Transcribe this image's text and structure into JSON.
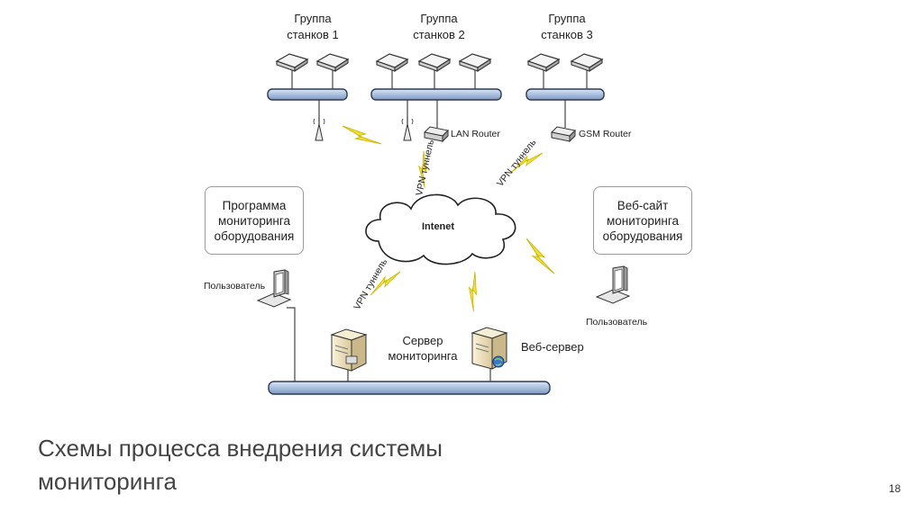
{
  "groups": [
    {
      "line1": "Группа",
      "line2": "станков 1"
    },
    {
      "line1": "Группа",
      "line2": "станков 2"
    },
    {
      "line1": "Группа",
      "line2": "станков 3"
    }
  ],
  "labels": {
    "lan_router": "LAN Router",
    "gsm_router": "GSM Router",
    "internet": "Intenet",
    "vpn": "VPN туннель",
    "user": "Пользователь",
    "server_mon": {
      "line1": "Сервер",
      "line2": "мониторинга"
    },
    "web_server": "Веб-сервер"
  },
  "boxes": {
    "program": {
      "line1": "Программа",
      "line2": "мониторинга",
      "line3": "оборудования"
    },
    "website": {
      "line1": "Веб-сайт",
      "line2": "мониторинга",
      "line3": "оборудования"
    }
  },
  "slide": {
    "title_line1": "Схемы процесса внедрения системы",
    "title_line2": "мониторинга",
    "page_number": "18"
  },
  "colors": {
    "bus_fill": "#b9cde6",
    "bus_stroke": "#2e3b4f",
    "lightning": "#f2e22a",
    "line": "#555555"
  }
}
